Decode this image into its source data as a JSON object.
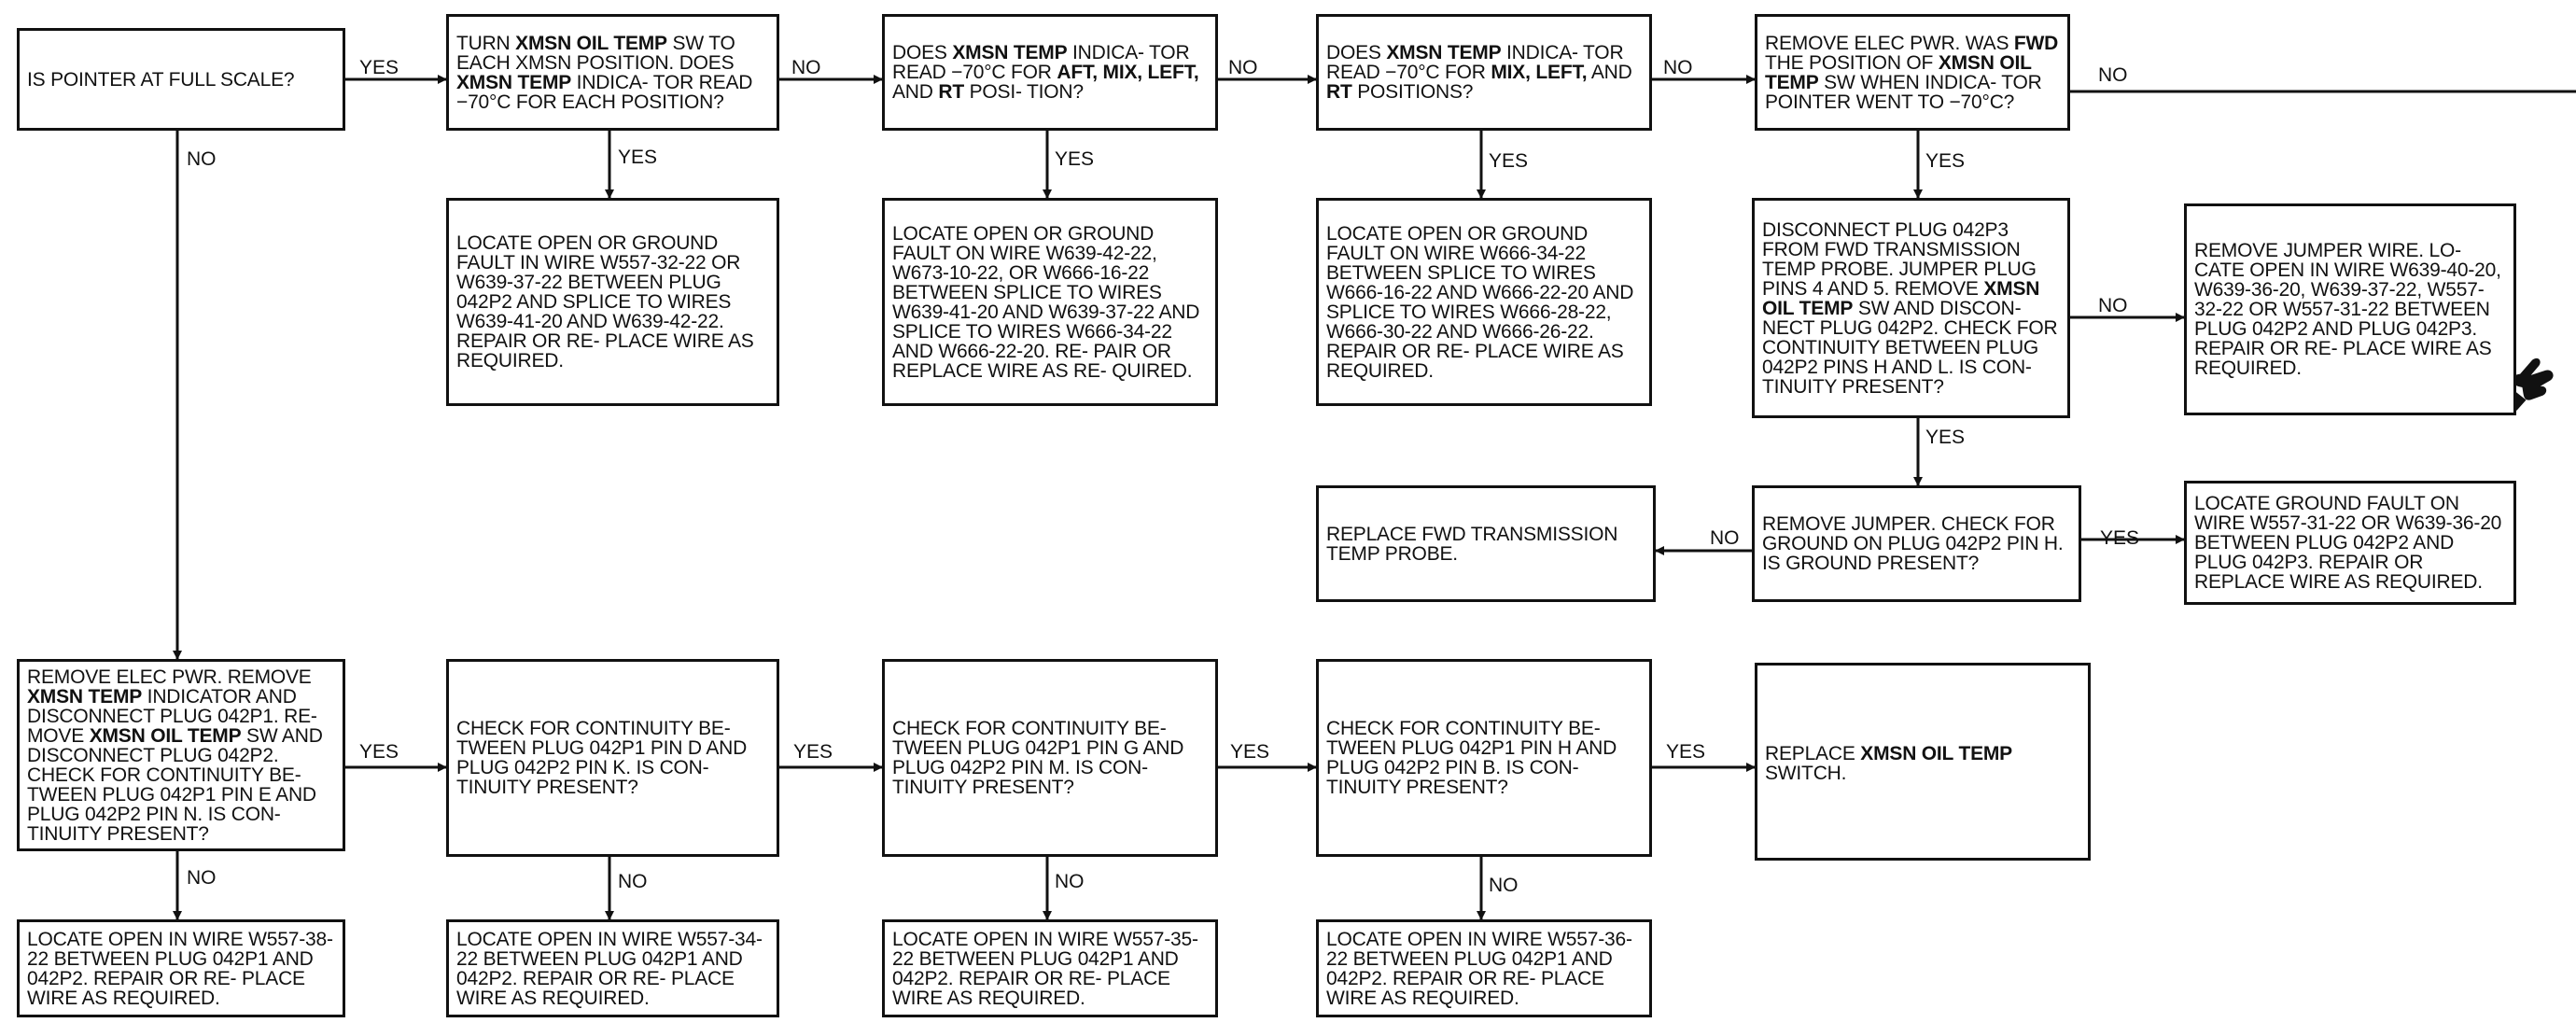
{
  "labels": {
    "yes": "YES",
    "no": "NO"
  },
  "boxes": {
    "q1": [
      {
        "t": "IS POINTER AT FULL SCALE?"
      }
    ],
    "q2": [
      {
        "t": "TURN "
      },
      {
        "t": "XMSN OIL TEMP",
        "b": true
      },
      {
        "t": " SW TO EACH XMSN POSITION. DOES "
      },
      {
        "t": "XMSN TEMP",
        "b": true
      },
      {
        "t": " INDICA- TOR READ −70°C FOR EACH POSITION?"
      }
    ],
    "q3": [
      {
        "t": "DOES "
      },
      {
        "t": "XMSN TEMP",
        "b": true
      },
      {
        "t": " INDICA- TOR READ −70°C FOR "
      },
      {
        "t": "AFT, MIX, LEFT,",
        "b": true
      },
      {
        "t": " AND "
      },
      {
        "t": "RT",
        "b": true
      },
      {
        "t": " POSI- TION?"
      }
    ],
    "q4": [
      {
        "t": "DOES "
      },
      {
        "t": "XMSN TEMP",
        "b": true
      },
      {
        "t": " INDICA- TOR READ −70°C FOR "
      },
      {
        "t": "MIX, LEFT,",
        "b": true
      },
      {
        "t": " AND "
      },
      {
        "t": "RT",
        "b": true
      },
      {
        "t": " POSITIONS?"
      }
    ],
    "q5": [
      {
        "t": "REMOVE ELEC PWR. WAS "
      },
      {
        "t": "FWD",
        "b": true
      },
      {
        "t": " THE POSITION OF "
      },
      {
        "t": "XMSN OIL TEMP",
        "b": true
      },
      {
        "t": " SW WHEN INDICA- TOR POINTER WENT TO −70°C?"
      }
    ],
    "a2": [
      {
        "t": "LOCATE OPEN OR GROUND FAULT IN WIRE W557-32-22 OR W639-37-22 BETWEEN PLUG 042P2 AND SPLICE TO WIRES W639-41-20 AND W639-42-22. REPAIR OR RE- PLACE WIRE AS REQUIRED."
      }
    ],
    "a3": [
      {
        "t": "LOCATE OPEN OR GROUND FAULT ON WIRE W639-42-22, W673-10-22, OR W666-16-22 BETWEEN SPLICE TO WIRES W639-41-20 AND W639-37-22 AND SPLICE TO WIRES W666-34-22 AND W666-22-20. RE- PAIR OR REPLACE WIRE AS RE- QUIRED."
      }
    ],
    "a4": [
      {
        "t": "LOCATE OPEN OR GROUND FAULT ON WIRE W666-34-22 BETWEEN SPLICE TO WIRES W666-16-22 AND W666-22-20 AND SPLICE TO WIRES W666-28-22, W666-30-22 AND W666-26-22. REPAIR OR RE- PLACE WIRE AS REQUIRED."
      }
    ],
    "q6": [
      {
        "t": "DISCONNECT PLUG 042P3 FROM FWD TRANSMISSION TEMP PROBE. JUMPER PLUG PINS 4 AND 5. REMOVE "
      },
      {
        "t": "XMSN OIL TEMP",
        "b": true
      },
      {
        "t": " SW AND DISCON- NECT PLUG 042P2. CHECK FOR CONTINUITY BETWEEN PLUG 042P2 PINS H AND L. IS CON- TINUITY PRESENT?"
      }
    ],
    "a6": [
      {
        "t": "REMOVE JUMPER WIRE. LO- CATE OPEN IN WIRE W639-40-20, W639-36-20, W639-37-22, W557-32-22 OR W557-31-22 BETWEEN PLUG 042P2 AND PLUG 042P3. REPAIR OR RE- PLACE WIRE AS REQUIRED."
      }
    ],
    "q7": [
      {
        "t": "REMOVE JUMPER. CHECK FOR GROUND ON PLUG 042P2 PIN H. IS GROUND PRESENT?"
      }
    ],
    "a7n": [
      {
        "t": "REPLACE FWD TRANSMISSION TEMP PROBE."
      }
    ],
    "a7y": [
      {
        "t": "LOCATE GROUND FAULT ON WIRE W557-31-22 OR W639-36-20 BETWEEN PLUG 042P2 AND PLUG 042P3. REPAIR OR REPLACE WIRE AS REQUIRED."
      }
    ],
    "r1": [
      {
        "t": "REMOVE ELEC PWR. REMOVE "
      },
      {
        "t": "XMSN TEMP",
        "b": true
      },
      {
        "t": " INDICATOR AND DISCONNECT PLUG 042P1. RE- MOVE "
      },
      {
        "t": "XMSN OIL TEMP",
        "b": true
      },
      {
        "t": " SW AND DISCONNECT PLUG 042P2. CHECK FOR CONTINUITY BE- TWEEN PLUG 042P1 PIN E AND PLUG 042P2 PIN N. IS CON- TINUITY PRESENT?"
      }
    ],
    "r2": [
      {
        "t": "CHECK FOR CONTINUITY BE- TWEEN PLUG 042P1 PIN D AND PLUG 042P2 PIN K. IS CON- TINUITY PRESENT?"
      }
    ],
    "r3": [
      {
        "t": "CHECK FOR CONTINUITY BE- TWEEN PLUG 042P1 PIN G AND PLUG 042P2 PIN M. IS CON- TINUITY PRESENT?"
      }
    ],
    "r4": [
      {
        "t": "CHECK FOR CONTINUITY BE- TWEEN PLUG 042P1 PIN H AND PLUG 042P2 PIN B. IS CON- TINUITY PRESENT?"
      }
    ],
    "r5": [
      {
        "t": "REPLACE "
      },
      {
        "t": "XMSN OIL TEMP",
        "b": true
      },
      {
        "t": " SWITCH."
      }
    ],
    "b1": [
      {
        "t": "LOCATE OPEN IN WIRE W557-38-22 BETWEEN PLUG 042P1 AND 042P2. REPAIR OR RE- PLACE WIRE AS REQUIRED."
      }
    ],
    "b2": [
      {
        "t": "LOCATE OPEN IN WIRE W557-34-22 BETWEEN PLUG 042P1 AND 042P2. REPAIR OR RE- PLACE WIRE AS REQUIRED."
      }
    ],
    "b3": [
      {
        "t": "LOCATE OPEN IN WIRE W557-35-22 BETWEEN PLUG 042P1 AND 042P2. REPAIR OR RE- PLACE WIRE AS REQUIRED."
      }
    ],
    "b4": [
      {
        "t": "LOCATE OPEN IN WIRE W557-36-22 BETWEEN PLUG 042P1 AND 042P2. REPAIR OR RE- PLACE WIRE AS REQUIRED."
      }
    ]
  },
  "edge_labels": {
    "q1_q2": "YES",
    "q2_q3": "NO",
    "q3_q4": "NO",
    "q4_q5": "NO",
    "q5_next": "NO",
    "q2_a2": "YES",
    "q3_a3": "YES",
    "q4_a4": "YES",
    "q5_q6": "YES",
    "q6_a6": "NO",
    "q6_q7": "YES",
    "q7_a7n": "NO",
    "q7_a7y": "YES",
    "q1_r1": "NO",
    "r1_r2": "YES",
    "r2_r3": "YES",
    "r3_r4": "YES",
    "r4_r5": "YES",
    "r1_b1": "NO",
    "r2_b2": "NO",
    "r3_b3": "NO",
    "r4_b4": "NO"
  },
  "icons": {
    "pointing_hand": "pointing-hand-icon"
  }
}
